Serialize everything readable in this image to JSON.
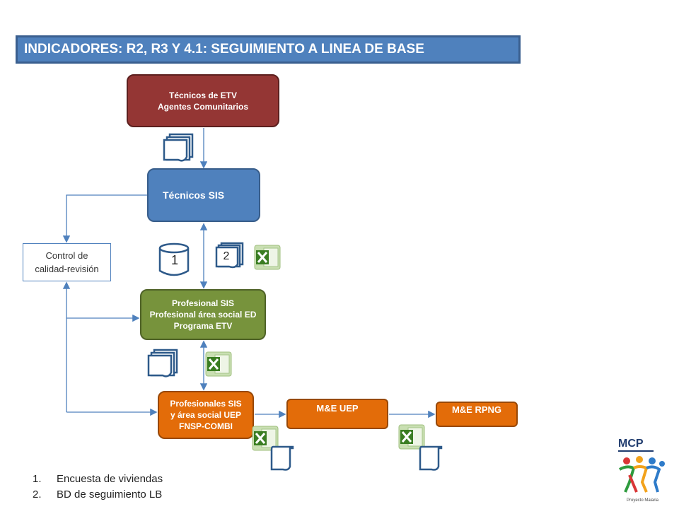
{
  "title": "INDICADORES: R2, R3 Y 4.1: SEGUIMIENTO A LINEA DE BASE",
  "nodes": {
    "etv": [
      "Técnicos de ETV",
      "Agentes Comunitarios"
    ],
    "sis": "Técnicos SIS",
    "profesional": [
      "Profesional SIS",
      "Profesional área social ED",
      "Programa  ETV"
    ],
    "profesionales": [
      "Profesionales SIS",
      "y área social UEP",
      "FNSP-COMBI"
    ],
    "me_uep": "M&E UEP",
    "me_rpng": "M&E RPNG",
    "control": [
      "Control de",
      "calidad-revisión"
    ]
  },
  "icon_labels": {
    "database": "1",
    "documents": "2"
  },
  "legend": [
    {
      "num": "1.",
      "text": "Encuesta de viviendas"
    },
    {
      "num": "2.",
      "text": "BD de seguimiento LB"
    }
  ],
  "logo": {
    "text": "MCP",
    "subtitle": "Proyecto Malaria"
  },
  "colors": {
    "title_bg": "#4f81bd",
    "etv": "#943634",
    "sis": "#4f81bd",
    "profesional": "#77933c",
    "orange": "#e36c09",
    "excel": "#3a7d22"
  }
}
